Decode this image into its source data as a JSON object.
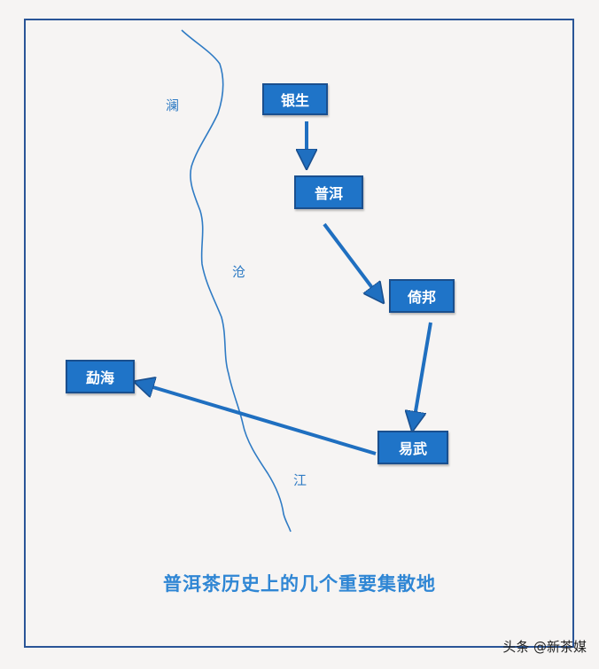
{
  "river": {
    "label_1": "澜",
    "label_2": "沧",
    "label_3": "江",
    "color": "#2f7bc4"
  },
  "places": {
    "yinsheng": "银生",
    "puer": "普洱",
    "yibang": "倚邦",
    "yiwu": "易武",
    "menghai": "勐海"
  },
  "caption": "普洱茶历史上的几个重要集散地",
  "watermark": "头条 @新茶媒",
  "colors": {
    "box_fill": "#1f74c8",
    "box_border": "#1a4f8e",
    "arrow": "#1f6fc0",
    "frame": "#2a5597",
    "caption": "#2f86d4"
  }
}
